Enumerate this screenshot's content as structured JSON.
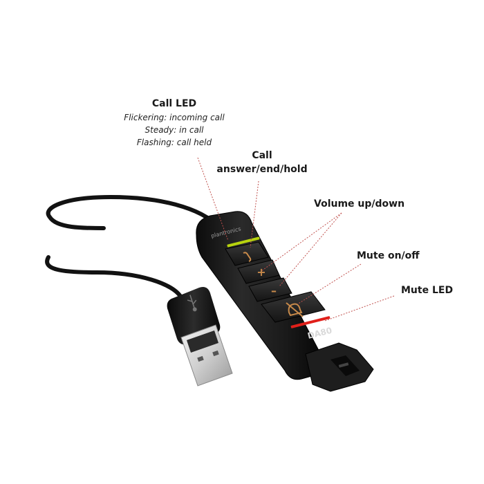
{
  "callout_labels": {
    "call_led": {
      "title": "Call LED",
      "lines": [
        "Flickering: incoming call",
        "Steady: in call",
        "Flashing: call held"
      ]
    },
    "call_button": {
      "line1": "Call",
      "line2": "answer/end/hold"
    },
    "volume": "Volume up/down",
    "mute": "Mute on/off",
    "mute_led": "Mute LED"
  },
  "device": {
    "brand": "plantronics",
    "model": "DA80",
    "button_symbols": {
      "volume_up": "+",
      "volume_down": "–"
    }
  },
  "colors": {
    "leader_line": "#c0504d",
    "call_led": "#b7d30e",
    "mute_led": "#e0201a",
    "body": "#1b1b1b",
    "cable": "#111111"
  }
}
